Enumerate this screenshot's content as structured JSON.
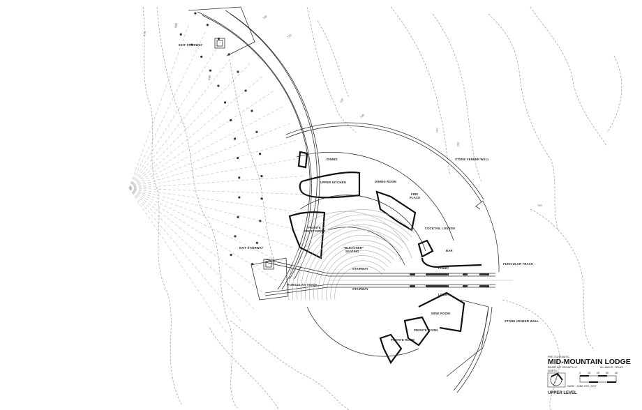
{
  "rooms": {
    "exit_stairway_top": "EXIT STAIRWAY",
    "exit_stairway_bottom": "EXIT STAIRWAY",
    "dining": "DINING",
    "upper_kitchen": "UPPER KITCHEN",
    "dining_room": "DINING ROOM",
    "fire_place_1": "FIRE",
    "fire_place_2": "PLACE",
    "cocktail_lounge": "COCKTAIL LOUNGE",
    "bar": "BAR",
    "lobby_top": "LOBBY",
    "lobby_bottom": "LOBBY",
    "private_party_room_1": "PRIVATE",
    "private_party_room_2": "PARTY ROOM",
    "bleacher_1": "\"BLEACHER\"",
    "bleacher_2": "SEATING",
    "stairway_top": "STAIRWAY",
    "stairway_bottom": "STAIRWAY",
    "wine_room": "WINE ROOM",
    "private_room_1": "PRIVATE ROOM",
    "private_room_2": "PRIVATE ROOM"
  },
  "callouts": {
    "funicular_track_left": "FUNICULAR TRACK",
    "funicular_track_right": "FUNICULAR TRACK",
    "stone_veneer_wall_top": "STONE VENEER WALL",
    "stone_veneer_wall_bottom": "STONE VENEER WALL"
  },
  "contours": [
    "670",
    "680",
    "690",
    "700",
    "710",
    "720",
    "730",
    "740",
    "750",
    "760"
  ],
  "title_block": {
    "phase": "PRE-SCHEMATIC",
    "project": "MID-MOUNTAIN LODGE",
    "client": "BEARFIRE GROUP LLC",
    "location": "ALLIANCE, TEXAS",
    "north_label": "NORTH",
    "date": "DATE : JUNE 5TH, 2007",
    "scale_ticks": [
      "0",
      "10",
      "20",
      "30",
      "40"
    ],
    "sheet": "UPPER LEVEL"
  }
}
